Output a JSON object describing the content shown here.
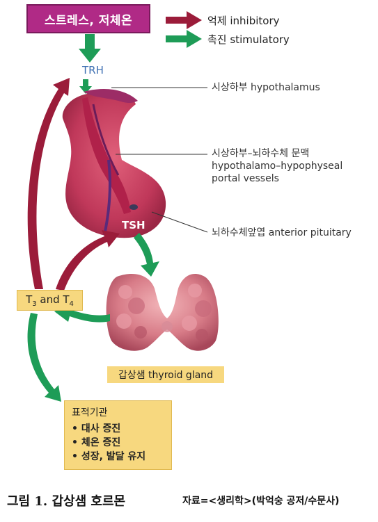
{
  "stressor": "스트레스, 저체온",
  "legend": {
    "inhibitory": "억제 inhibitory",
    "stimulatory": "촉진 stimulatory",
    "inhibitory_color": "#9b1c3a",
    "stimulatory_color": "#1e9c57"
  },
  "hormones": {
    "trh": "TRH",
    "tsh": "TSH",
    "t3_t4": {
      "t": "T",
      "sub3": "3",
      "and": " and T",
      "sub4": "4"
    }
  },
  "labels": {
    "hypothalamus": "시상하부 hypothalamus",
    "portal_line1": "시상하부–뇌하수체 문맥",
    "portal_line2": "hypothalamo–hypophyseal",
    "portal_line3": "portal vessels",
    "anterior_pituitary": "뇌하수체앞엽 anterior pituitary",
    "thyroid": "갑상샘 thyroid gland"
  },
  "target": {
    "title": "표적기관",
    "effects": [
      "• 대사 증진",
      "• 체온 증진",
      "• 성장, 발달 유지"
    ]
  },
  "caption": "그림 1. 갑상샘 호르몬",
  "source": "자료=<생리학>(박억숭 공저/수문사)"
}
